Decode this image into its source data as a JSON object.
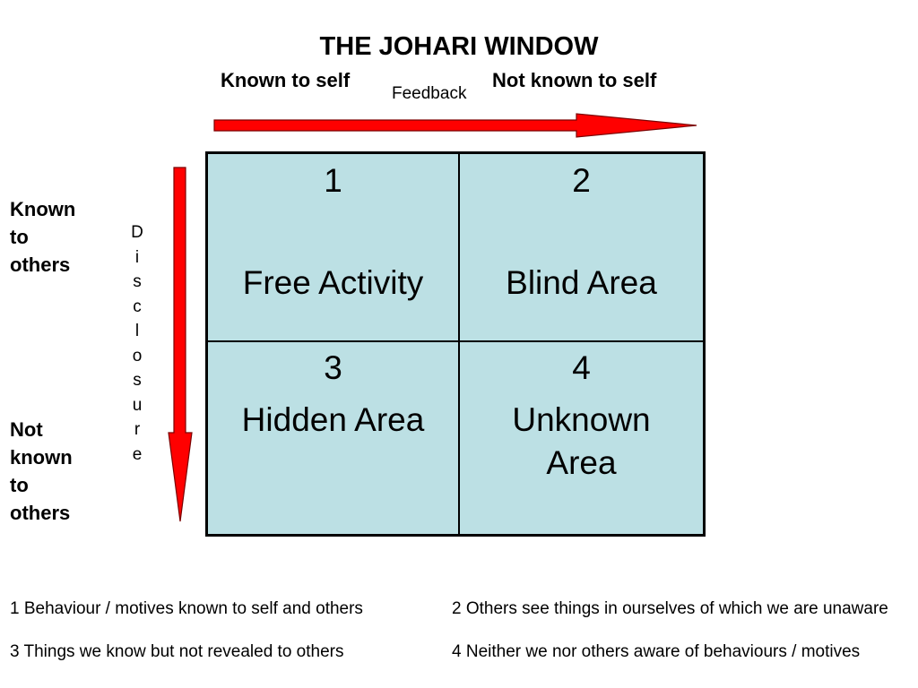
{
  "title": "THE JOHARI WINDOW",
  "columns": {
    "left": "Known to self",
    "right": "Not known to self"
  },
  "horizontal_arrow_label": "Feedback",
  "rows": {
    "top": [
      "Known",
      "to",
      "others"
    ],
    "bottom": [
      "Not",
      "known",
      "to",
      "others"
    ]
  },
  "vertical_arrow_label": [
    "D",
    "i",
    "s",
    "c",
    "l",
    "o",
    "s",
    "u",
    "r",
    "e"
  ],
  "quadrants": [
    {
      "number": "1",
      "name": "Free Activity"
    },
    {
      "number": "2",
      "name": "Blind Area"
    },
    {
      "number": "3",
      "name": "Hidden Area"
    },
    {
      "number": "4",
      "name": "Unknown Area"
    }
  ],
  "notes": [
    "1 Behaviour / motives known to self and others",
    "2 Others see things in ourselves of which we are unaware",
    "3 Things we know but not revealed to others",
    "4 Neither we nor others aware of behaviours / motives"
  ],
  "colors": {
    "arrow_fill": "#ff0000",
    "arrow_stroke": "#7a0000",
    "grid_fill": "#bce0e4",
    "grid_border": "#000000"
  }
}
